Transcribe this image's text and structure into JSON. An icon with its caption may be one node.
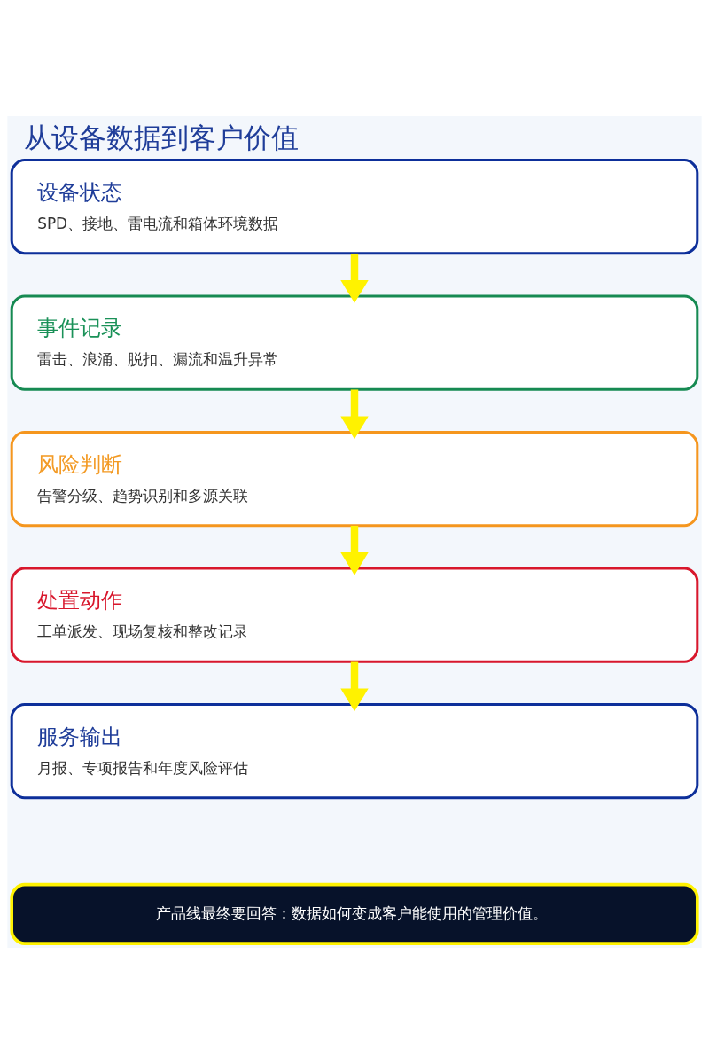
{
  "diagram": {
    "title": "从设备数据到客户价值",
    "nodes": [
      {
        "text": [
          "设备状态",
          "SPD、接地、雷电流和箱体环境数据"
        ]
      },
      {
        "text": [
          "事件记录",
          "雷击、浪涌、脱扣、漏流和温升异常"
        ]
      },
      {
        "text": [
          "风险判断",
          "告警分级、趋势识别和多源关联"
        ]
      },
      {
        "text": [
          "处置动作",
          "工单派发、现场复核和整改记录"
        ]
      },
      {
        "text": [
          "服务输出",
          "月报、专项报告和年度风险评估"
        ]
      },
      {
        "text": [
          "产品线最终要回答：数据如何变成客户能使用的管理价值。"
        ]
      }
    ],
    "edges": [
      {
        "from": 0,
        "to": 1,
        "arrow": "to"
      },
      {
        "from": 1,
        "to": 2,
        "arrow": "to"
      },
      {
        "from": 2,
        "to": 3,
        "arrow": "to"
      },
      {
        "from": 3,
        "to": 4,
        "arrow": "to"
      }
    ]
  }
}
